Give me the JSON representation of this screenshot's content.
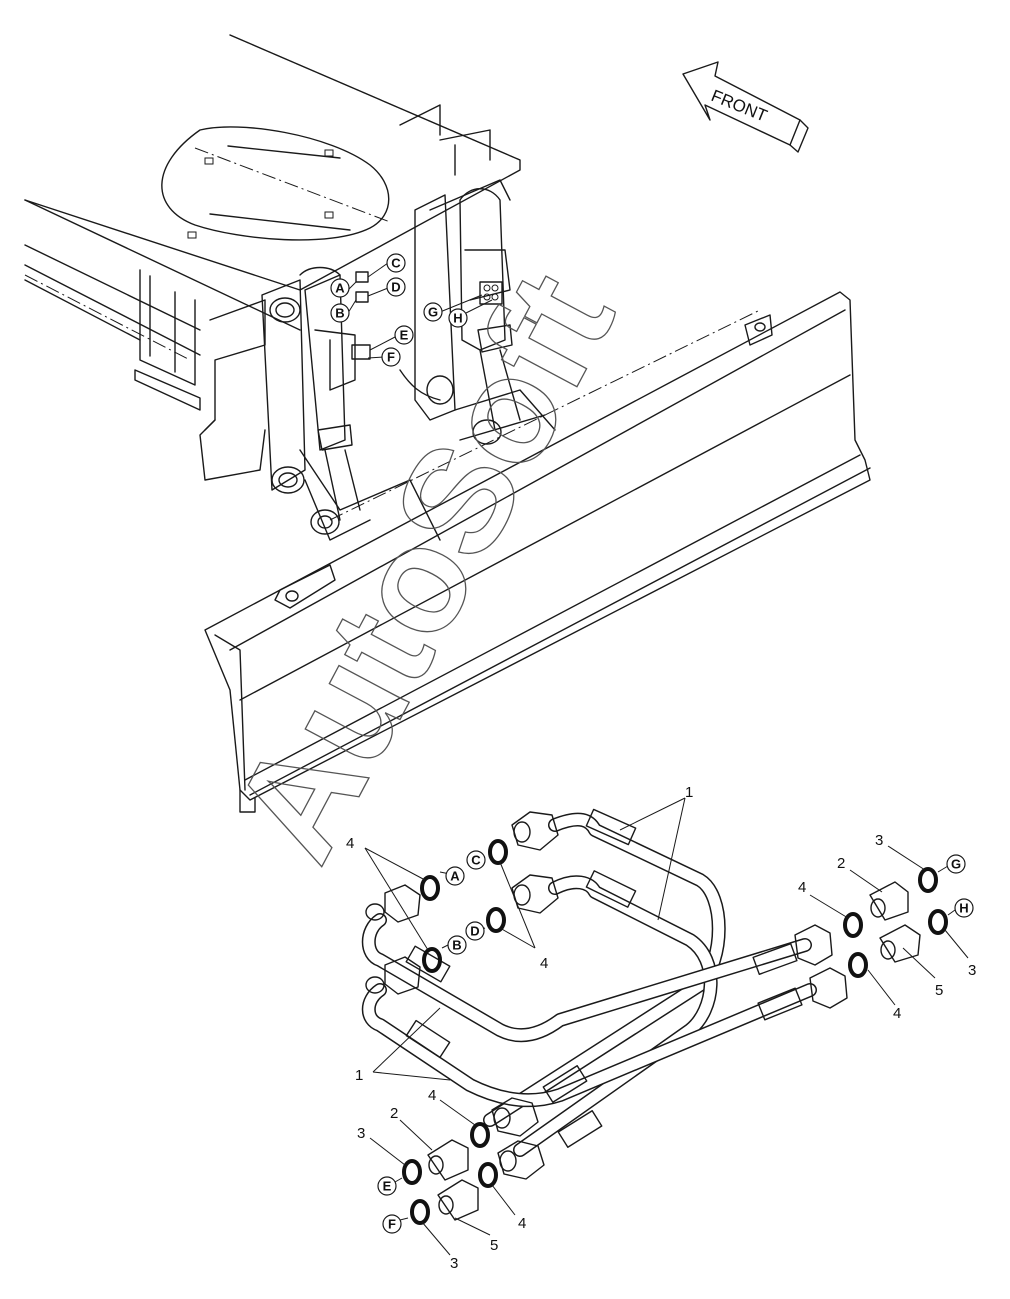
{
  "watermark": "AutoSoft",
  "front_label": "FRONT",
  "ports": {
    "a": "A",
    "b": "B",
    "c": "C",
    "d": "D",
    "e": "E",
    "f": "F",
    "g": "G",
    "h": "H"
  },
  "parts": {
    "p1": "1",
    "p2": "2",
    "p3": "3",
    "p4": "4",
    "p5": "5"
  },
  "colors": {
    "line": "#1a1a1a",
    "background": "#ffffff",
    "watermark": "#555555"
  }
}
